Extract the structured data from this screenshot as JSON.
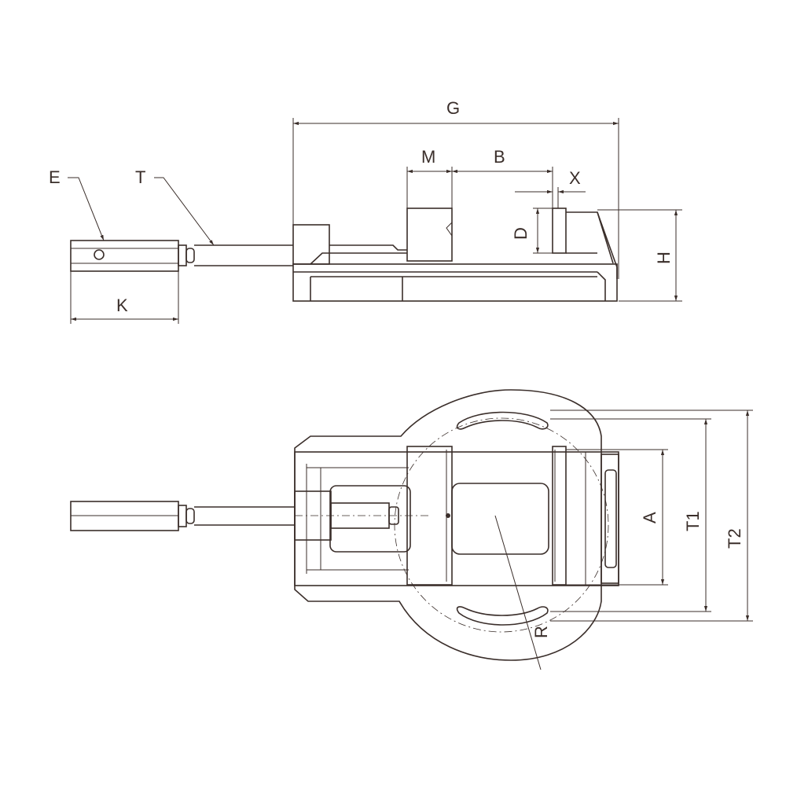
{
  "labels": {
    "G": "G",
    "M": "M",
    "B": "B",
    "X": "X",
    "D": "D",
    "H": "H",
    "E": "E",
    "T": "T",
    "K": "K",
    "A": "A",
    "T1": "T1",
    "T2": "T2",
    "R": "R"
  }
}
